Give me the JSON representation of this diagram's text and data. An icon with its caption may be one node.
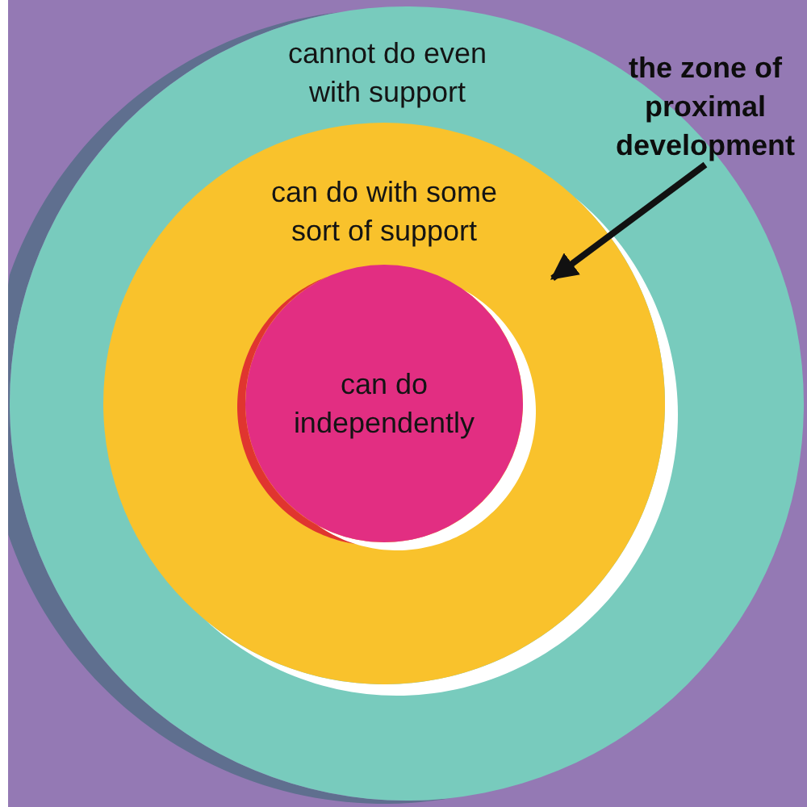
{
  "diagram": {
    "nodes": [
      {
        "text": [
          "cannot do even with support"
        ]
      },
      {
        "text": [
          "can do with some sort of support"
        ],
        "in": 0
      },
      {
        "text": [
          "can do independently"
        ],
        "in": 1
      },
      {
        "text": [
          "the zone of proximal development"
        ]
      }
    ],
    "edges": [
      {
        "from": 3,
        "to": 1,
        "arrow": "to"
      }
    ]
  }
}
